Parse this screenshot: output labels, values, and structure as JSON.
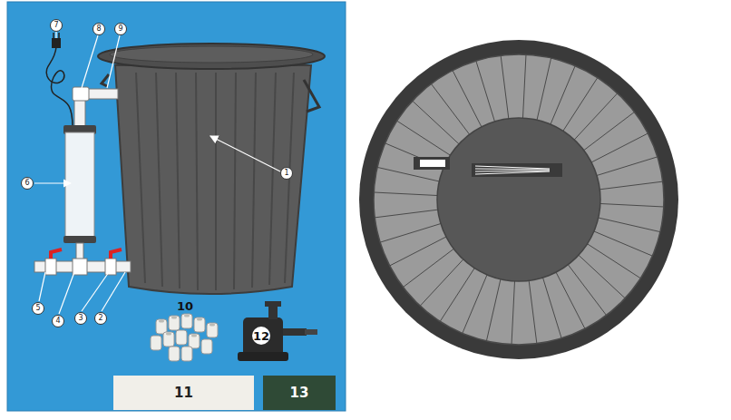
{
  "diagram": {
    "nodes": [
      {
        "text": [
          "11"
        ]
      },
      {
        "text": [
          "13"
        ]
      }
    ],
    "labels": [
      "7",
      "8",
      "9",
      "6",
      "1",
      "5",
      "4",
      "3",
      "2",
      "10",
      "12"
    ]
  }
}
